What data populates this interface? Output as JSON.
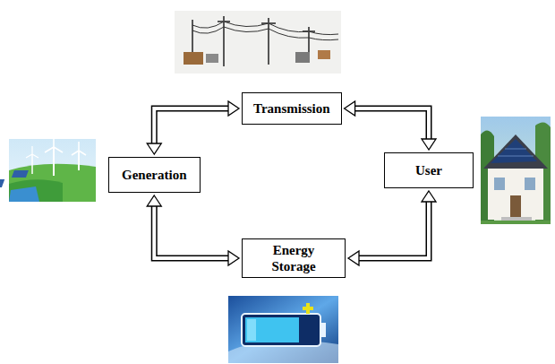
{
  "diagram": {
    "nodes": [
      {
        "text": [
          "Transmission"
        ]
      },
      {
        "text": [
          "Generation"
        ]
      },
      {
        "text": [
          "User"
        ]
      },
      {
        "text": [
          "Energy Storage"
        ]
      }
    ],
    "edges": [
      {
        "from": 1,
        "to": 0,
        "arrow": "both"
      },
      {
        "from": 0,
        "to": 2,
        "arrow": "both"
      },
      {
        "from": 1,
        "to": 3,
        "arrow": "both"
      },
      {
        "from": 3,
        "to": 2,
        "arrow": "both"
      }
    ]
  }
}
